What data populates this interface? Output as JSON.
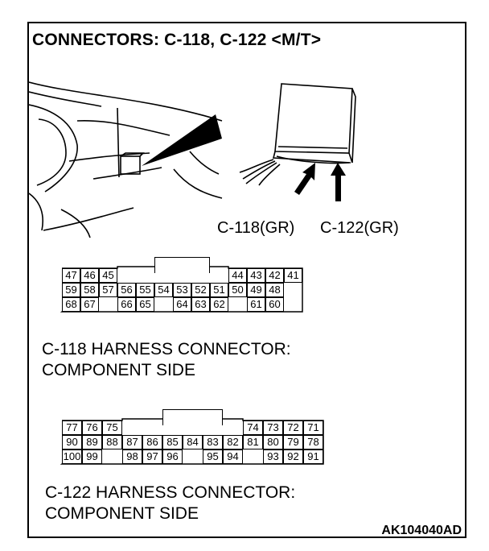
{
  "title": "CONNECTORS: C-118, C-122 <M/T>",
  "labels": {
    "c118": "C-118(GR)",
    "c122": "C-122(GR)"
  },
  "c118": {
    "caption_line1": "C-118 HARNESS CONNECTOR:",
    "caption_line2": "COMPONENT SIDE",
    "rows": [
      [
        [
          "47",
          0
        ],
        [
          "46",
          1
        ],
        [
          "45",
          2
        ],
        [
          "44",
          9
        ],
        [
          "43",
          10
        ],
        [
          "42",
          11
        ],
        [
          "41",
          12
        ]
      ],
      [
        [
          "59",
          0
        ],
        [
          "58",
          1
        ],
        [
          "57",
          2
        ],
        [
          "56",
          3
        ],
        [
          "55",
          4
        ],
        [
          "54",
          5
        ],
        [
          "53",
          6
        ],
        [
          "52",
          7
        ],
        [
          "51",
          8
        ],
        [
          "50",
          9
        ],
        [
          "49",
          10
        ],
        [
          "48",
          11
        ]
      ],
      [
        [
          "68",
          0
        ],
        [
          "67",
          1
        ],
        [
          "66",
          3
        ],
        [
          "65",
          4
        ],
        [
          "64",
          6
        ],
        [
          "63",
          7
        ],
        [
          "62",
          8
        ],
        [
          "61",
          10
        ],
        [
          "60",
          11
        ]
      ]
    ]
  },
  "c122": {
    "caption_line1": "C-122 HARNESS CONNECTOR:",
    "caption_line2": "COMPONENT SIDE",
    "rows": [
      [
        [
          "77",
          0
        ],
        [
          "76",
          1
        ],
        [
          "75",
          2
        ],
        [
          "74",
          9
        ],
        [
          "73",
          10
        ],
        [
          "72",
          11
        ],
        [
          "71",
          12
        ]
      ],
      [
        [
          "90",
          0
        ],
        [
          "89",
          1
        ],
        [
          "88",
          2
        ],
        [
          "87",
          3
        ],
        [
          "86",
          4
        ],
        [
          "85",
          5
        ],
        [
          "84",
          6
        ],
        [
          "83",
          7
        ],
        [
          "82",
          8
        ],
        [
          "81",
          9
        ],
        [
          "80",
          10
        ],
        [
          "79",
          11
        ],
        [
          "78",
          12
        ]
      ],
      [
        [
          "100",
          0
        ],
        [
          "99",
          1
        ],
        [
          "98",
          3
        ],
        [
          "97",
          4
        ],
        [
          "96",
          5
        ],
        [
          "95",
          7
        ],
        [
          "94",
          8
        ],
        [
          "93",
          10
        ],
        [
          "92",
          11
        ],
        [
          "91",
          12
        ]
      ]
    ]
  },
  "figure_code": "AK104040AD"
}
